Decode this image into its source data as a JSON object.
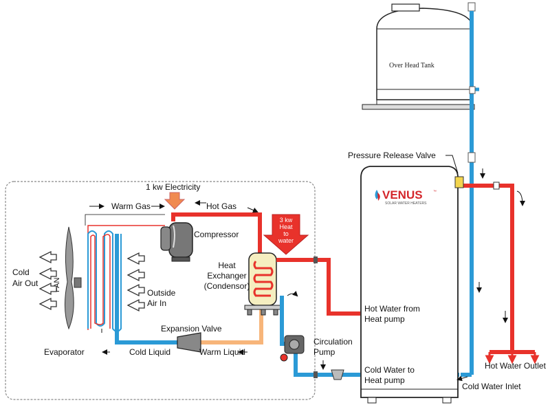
{
  "labels": {
    "over_head_tank": "Over Head Tank",
    "pressure_release_valve": "Pressure Release Valve",
    "electricity": "1 kw Electricity",
    "warm_gas": "Warm Gas",
    "hot_gas": "Hot Gas",
    "compressor": "Compressor",
    "heat_to_water": [
      "3 kw",
      "Heat",
      "to",
      "water"
    ],
    "heat_exchanger": [
      "Heat",
      "Exchanger",
      "(Condensor)"
    ],
    "cold_air_out": [
      "Cold",
      "Air  Out"
    ],
    "fan": "FAN",
    "outside_air_in": [
      "Outside",
      "Air In"
    ],
    "expansion_valve": "Expansion Valve",
    "evaporator": "Evaporator",
    "cold_liquid": "Cold Liquid",
    "warm_liquid": "Warm Liquid",
    "circulation_pump": [
      "Circulation",
      "Pump"
    ],
    "hot_water_from_heat_pump": [
      "Hot Water from",
      "Heat pump"
    ],
    "cold_water_to_heat_pump": [
      "Cold Water to",
      "Heat pump"
    ],
    "hot_water_outlet": "Hot Water Outlet",
    "cold_water_inlet": "Cold Water Inlet"
  },
  "brand": {
    "name": "VENUS",
    "tagline": "SOLAR WATER HEATERS",
    "trademark": "™"
  },
  "colors": {
    "hot_pipe": "#e8322b",
    "cold_pipe": "#2b9ad6",
    "warm_pipe": "#f7b57a",
    "arrow_red": "#e8322b",
    "arrow_orange": "#f08a50",
    "brand_red": "#d4262b"
  }
}
